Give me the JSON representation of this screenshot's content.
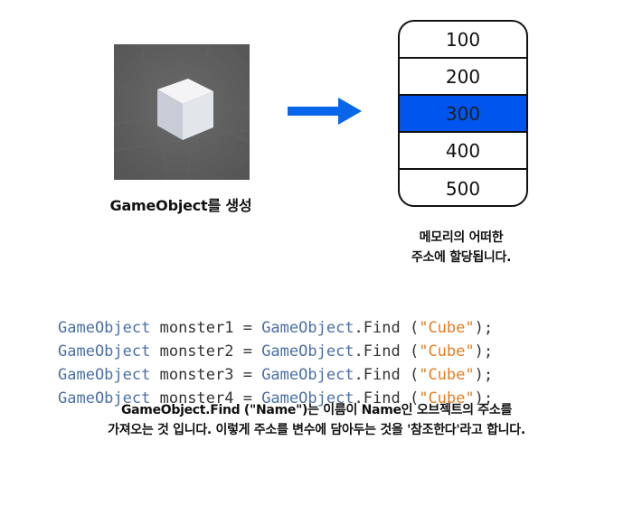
{
  "scene": {
    "icon": "cube-icon",
    "background": "#595959",
    "caption": "GameObject를 생성"
  },
  "arrow": {
    "icon": "arrow-right-icon",
    "color": "#0a66e8"
  },
  "memory": {
    "cells": [
      "100",
      "200",
      "300",
      "400",
      "500"
    ],
    "highlighted": "300",
    "highlight_color": "#0055ee",
    "caption_lines": [
      "메모리의 어떠한",
      "주소에 할당됩니다."
    ]
  },
  "code": {
    "lines": [
      {
        "type": "GameObject",
        "var": " monster1 = ",
        "cls": "GameObject",
        "call": ".Find (",
        "str": "\"Cube\"",
        "end": ");"
      },
      {
        "type": "GameObject",
        "var": " monster2 = ",
        "cls": "GameObject",
        "call": ".Find (",
        "str": "\"Cube\"",
        "end": ");"
      },
      {
        "type": "GameObject",
        "var": " monster3 = ",
        "cls": "GameObject",
        "call": ".Find (",
        "str": "\"Cube\"",
        "end": ");"
      },
      {
        "type": "GameObject",
        "var": " monster4 = ",
        "cls": "GameObject",
        "call": ".Find (",
        "str": "\"Cube\"",
        "end": ");"
      }
    ],
    "type_color": "#4a6fa5",
    "string_color": "#e67e22"
  },
  "description": {
    "lines": [
      "GameObject.Find (\"Name\")는 이름이 Name인 오브젝트의 주소를",
      "가져오는 것 입니다. 이렇게 주소를 변수에 담아두는 것을 '참조한다'라고 합니다."
    ]
  }
}
